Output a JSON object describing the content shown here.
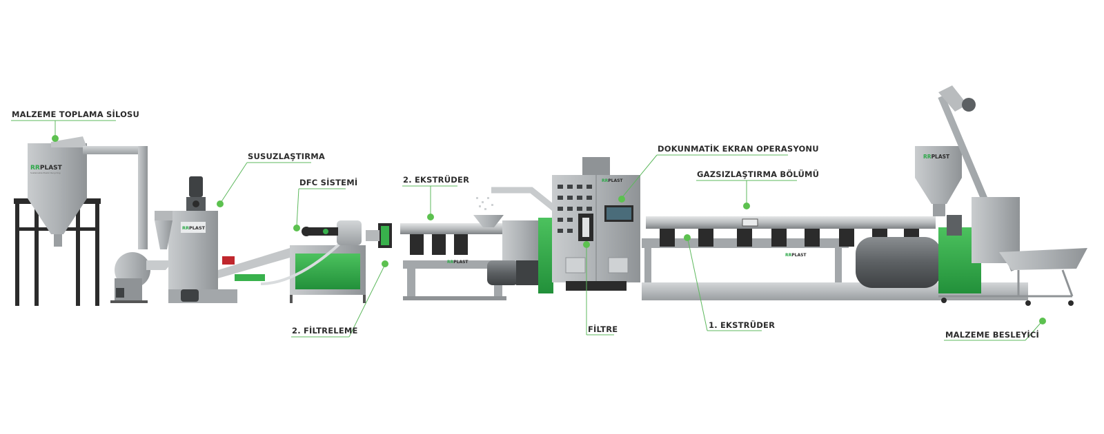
{
  "brand": {
    "logo_prefix": "RR",
    "logo_name": "PLAST",
    "logo_tagline": "Sustainable Plastic Recycling",
    "green": "#5cc14f",
    "machine_green": "#2ea84a",
    "steel": "#a9adb0"
  },
  "labels": [
    {
      "id": "malzeme-toplama-silosu",
      "text": "MALZEME TOPLAMA SİLOSU"
    },
    {
      "id": "susuzlastirma",
      "text": "SUSUZLAŞTIRMA"
    },
    {
      "id": "dfc-sistemi",
      "text": "DFC SİSTEMİ"
    },
    {
      "id": "ekstruder-2",
      "text": "2. EKSTRÜDER"
    },
    {
      "id": "dokunmatik-ekran",
      "text": "DOKUNMATİK EKRAN OPERASYONU"
    },
    {
      "id": "gazsizlastirma",
      "text": "GAZSIZLAŞTIRMA BÖLÜMÜ"
    },
    {
      "id": "filtreleme-2",
      "text": "2. FİLTRELEME"
    },
    {
      "id": "filtre",
      "text": "FİLTRE"
    },
    {
      "id": "ekstruder-1",
      "text": "1. EKSTRÜDER"
    },
    {
      "id": "malzeme-besleyici",
      "text": "MALZEME BESLEYİCİ"
    }
  ]
}
